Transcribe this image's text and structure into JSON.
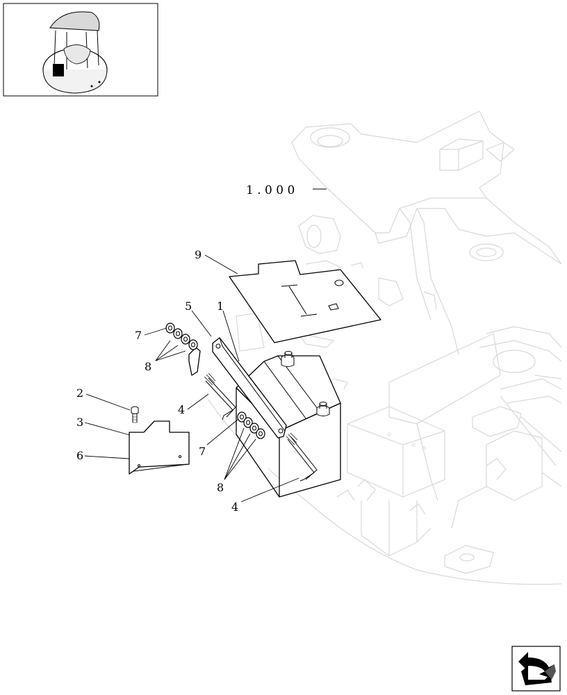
{
  "reference_label": "1 . 0 0 0",
  "callouts": {
    "c1": "1",
    "c2": "2",
    "c3": "3",
    "c4a": "4",
    "c4b": "4",
    "c5": "5",
    "c6": "6",
    "c7a": "7",
    "c7b": "7",
    "c8a": "8",
    "c8b": "8",
    "c9": "9"
  },
  "thumbnail": {
    "icon": "machine-overview-thumbnail"
  },
  "navigation": {
    "icon": "next-page-arrow-icon"
  }
}
